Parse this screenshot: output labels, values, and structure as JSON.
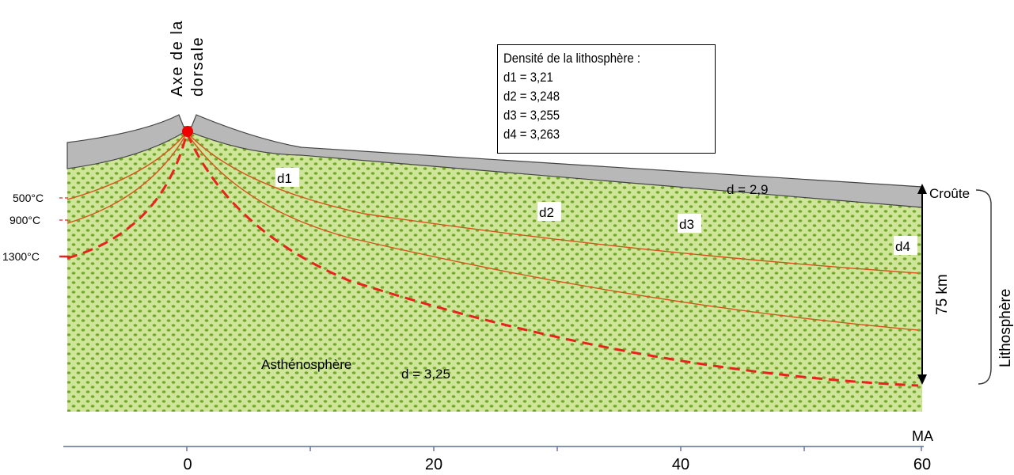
{
  "ridge_axis_label": [
    "Axe de la",
    "dorsale"
  ],
  "legend": {
    "title": "Densité de la lithosphère :",
    "items": [
      "d1  = 3,21",
      "d2  = 3,248",
      "d3  = 3,255",
      "d4  = 3,263"
    ]
  },
  "zones": {
    "d1": "d1",
    "d2": "d2",
    "d3": "d3",
    "d4": "d4",
    "crust_density": "d = 2,9",
    "asthenosphere": "Asthénosphère",
    "asthenosphere_density": "d = 3,25"
  },
  "isotherms": [
    "500°C",
    "900°C",
    "1300°C"
  ],
  "right_labels": {
    "crust": "Croûte",
    "thickness": "75 km",
    "lithosphere": "Lithosphère"
  },
  "axis": {
    "unit": "MA",
    "ticks": [
      "0",
      "20",
      "40",
      "60"
    ]
  },
  "colors": {
    "crust": "#b8b8b8",
    "mantle": "#cfe59a",
    "dots": "#74aa2c",
    "isotherm": "#d4561c",
    "isotherm_1300": "#e8221c",
    "axis": "#5a6f9a",
    "ridge_dot": "#ee0000"
  }
}
